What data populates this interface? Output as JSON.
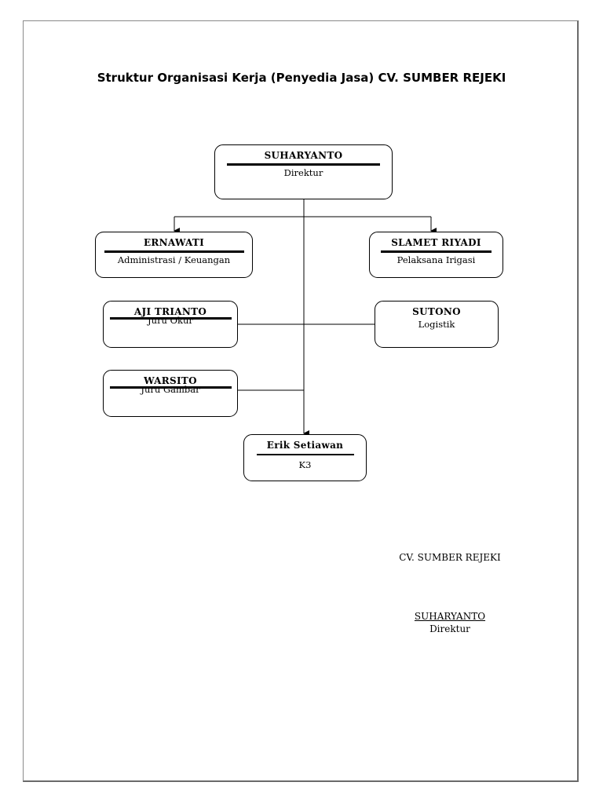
{
  "title": "Struktur Organisasi Kerja (Penyedia Jasa) CV. SUMBER REJEKI",
  "org": {
    "director": {
      "name": "SUHARYANTO",
      "role": "Direktur"
    },
    "admin": {
      "name": "ERNAWATI",
      "role": "Administrasi / Keuangan"
    },
    "irrigation": {
      "name": "SLAMET RIYADI",
      "role": "Pelaksana Irigasi"
    },
    "surveyor": {
      "name": "AJI TRIANTO",
      "role": "Juru Okur"
    },
    "logistics": {
      "name": "SUTONO",
      "role": "Logistik"
    },
    "drafter": {
      "name": "WARSITO",
      "role": "Juru Gambar"
    },
    "k3": {
      "name": "Erik Setiawan",
      "role": "K3"
    }
  },
  "signature": {
    "company": "CV. SUMBER REJEKI",
    "name": "SUHARYANTO",
    "role": "Direktur"
  }
}
